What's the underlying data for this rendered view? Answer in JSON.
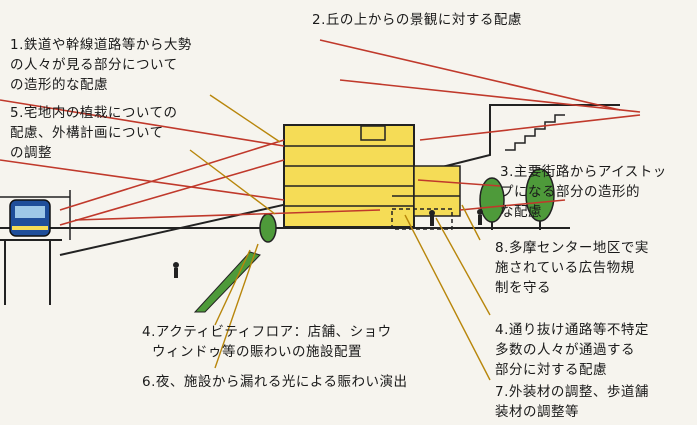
{
  "labels": {
    "l1": [
      "1.鉄道や幹線道路等から大勢",
      "の人々が見る部分について",
      "の造形的な配慮"
    ],
    "l2": [
      "2.丘の上からの景観に対する配慮"
    ],
    "l3": [
      "3.主要街路からアイストッ",
      "プになる部分の造形的",
      "な配慮"
    ],
    "l4a": [
      "4.アクティビティフロア：店舗、ショウ",
      "ウィンドゥ等の賑わいの施設配置"
    ],
    "l4b": [
      "4.通り抜け通路等不特定",
      "多数の人々が通過する",
      "部分に対する配慮"
    ],
    "l5": [
      "5.宅地内の植栽についての",
      "配慮、外構計画について",
      "の調整"
    ],
    "l6": [
      "6.夜、施設から漏れる光による賑わい演出"
    ],
    "l7": [
      "7.外装材の調整、歩道舗",
      "装材の調整等"
    ],
    "l8": [
      "8.多摩センター地区で実",
      "施されている広告物規",
      "制を守る"
    ]
  },
  "colors": {
    "building": "#f5dc56",
    "tree": "#4e9a3a",
    "arrow": "#c0392b",
    "leader": "#b8860b"
  }
}
